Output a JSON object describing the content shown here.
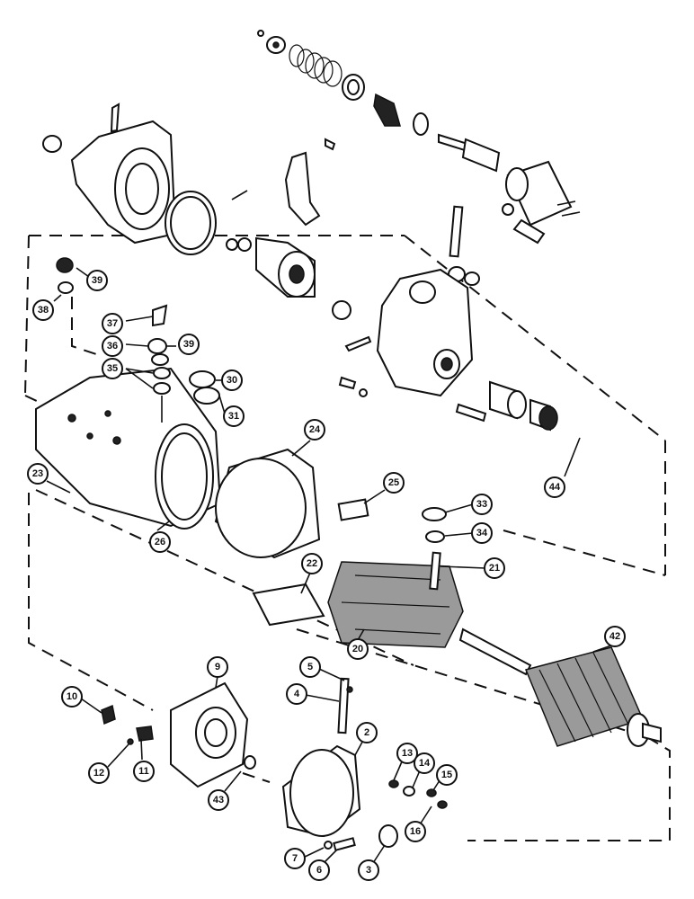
{
  "diagram": {
    "callouts": [
      {
        "id": "callout-2",
        "label": "2"
      },
      {
        "id": "callout-3",
        "label": "3"
      },
      {
        "id": "callout-4",
        "label": "4"
      },
      {
        "id": "callout-5",
        "label": "5"
      },
      {
        "id": "callout-6",
        "label": "6"
      },
      {
        "id": "callout-7",
        "label": "7"
      },
      {
        "id": "callout-9",
        "label": "9"
      },
      {
        "id": "callout-10",
        "label": "10"
      },
      {
        "id": "callout-11",
        "label": "11"
      },
      {
        "id": "callout-12",
        "label": "12"
      },
      {
        "id": "callout-13",
        "label": "13"
      },
      {
        "id": "callout-14",
        "label": "14"
      },
      {
        "id": "callout-15",
        "label": "15"
      },
      {
        "id": "callout-16",
        "label": "16"
      },
      {
        "id": "callout-20",
        "label": "20"
      },
      {
        "id": "callout-21",
        "label": "21"
      },
      {
        "id": "callout-22",
        "label": "22"
      },
      {
        "id": "callout-23",
        "label": "23"
      },
      {
        "id": "callout-24",
        "label": "24"
      },
      {
        "id": "callout-25",
        "label": "25"
      },
      {
        "id": "callout-26",
        "label": "26"
      },
      {
        "id": "callout-30",
        "label": "30"
      },
      {
        "id": "callout-31",
        "label": "31"
      },
      {
        "id": "callout-33",
        "label": "33"
      },
      {
        "id": "callout-34",
        "label": "34"
      },
      {
        "id": "callout-35",
        "label": "35"
      },
      {
        "id": "callout-36",
        "label": "36"
      },
      {
        "id": "callout-37",
        "label": "37"
      },
      {
        "id": "callout-38",
        "label": "38"
      },
      {
        "id": "callout-39a",
        "label": "39"
      },
      {
        "id": "callout-39b",
        "label": "39"
      },
      {
        "id": "callout-42",
        "label": "42"
      },
      {
        "id": "callout-43",
        "label": "43"
      },
      {
        "id": "callout-44",
        "label": "44"
      }
    ]
  }
}
